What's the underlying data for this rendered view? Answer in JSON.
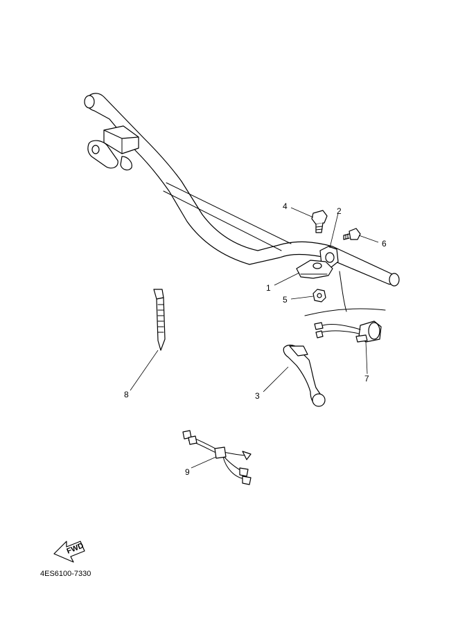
{
  "diagram": {
    "callouts": [
      "1",
      "2",
      "3",
      "4",
      "5",
      "6",
      "7",
      "8",
      "9"
    ],
    "fwd_label": "FWD",
    "part_code": "4ES6100-7330"
  }
}
